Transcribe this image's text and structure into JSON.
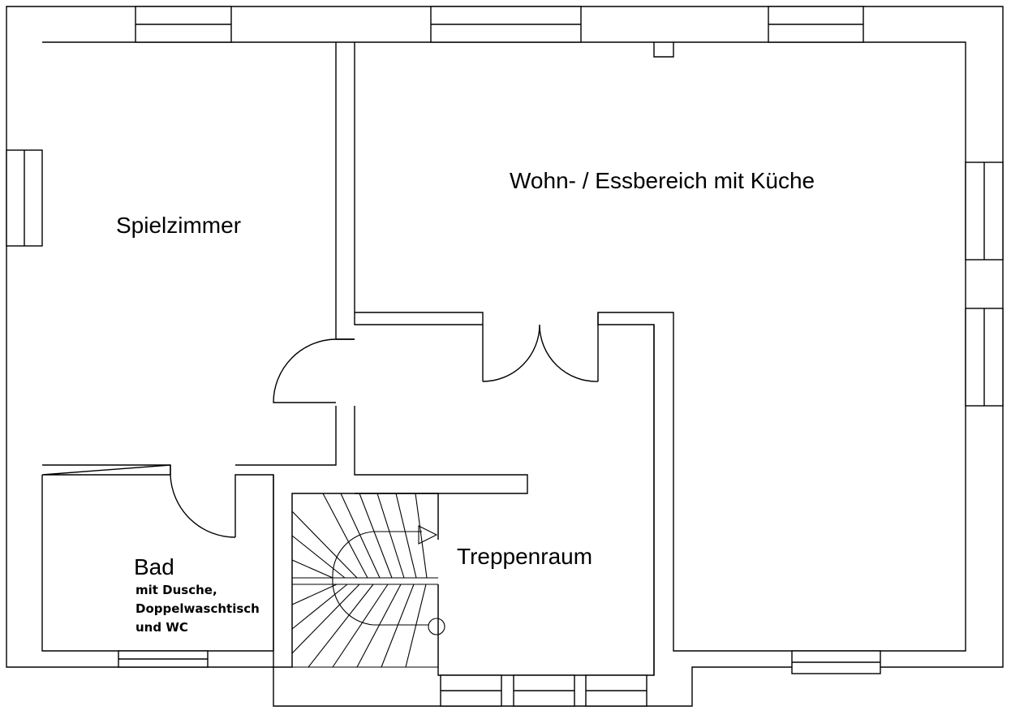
{
  "rooms": {
    "spielzimmer": {
      "label": "Spielzimmer"
    },
    "wohnbereich": {
      "label": "Wohn- / Essbereich mit Küche"
    },
    "bad": {
      "label": "Bad",
      "details": [
        "mit Dusche,",
        "Doppelwaschtisch",
        "und WC"
      ]
    },
    "treppenraum": {
      "label": "Treppenraum"
    }
  },
  "colors": {
    "line": "#000000",
    "background": "#ffffff"
  }
}
